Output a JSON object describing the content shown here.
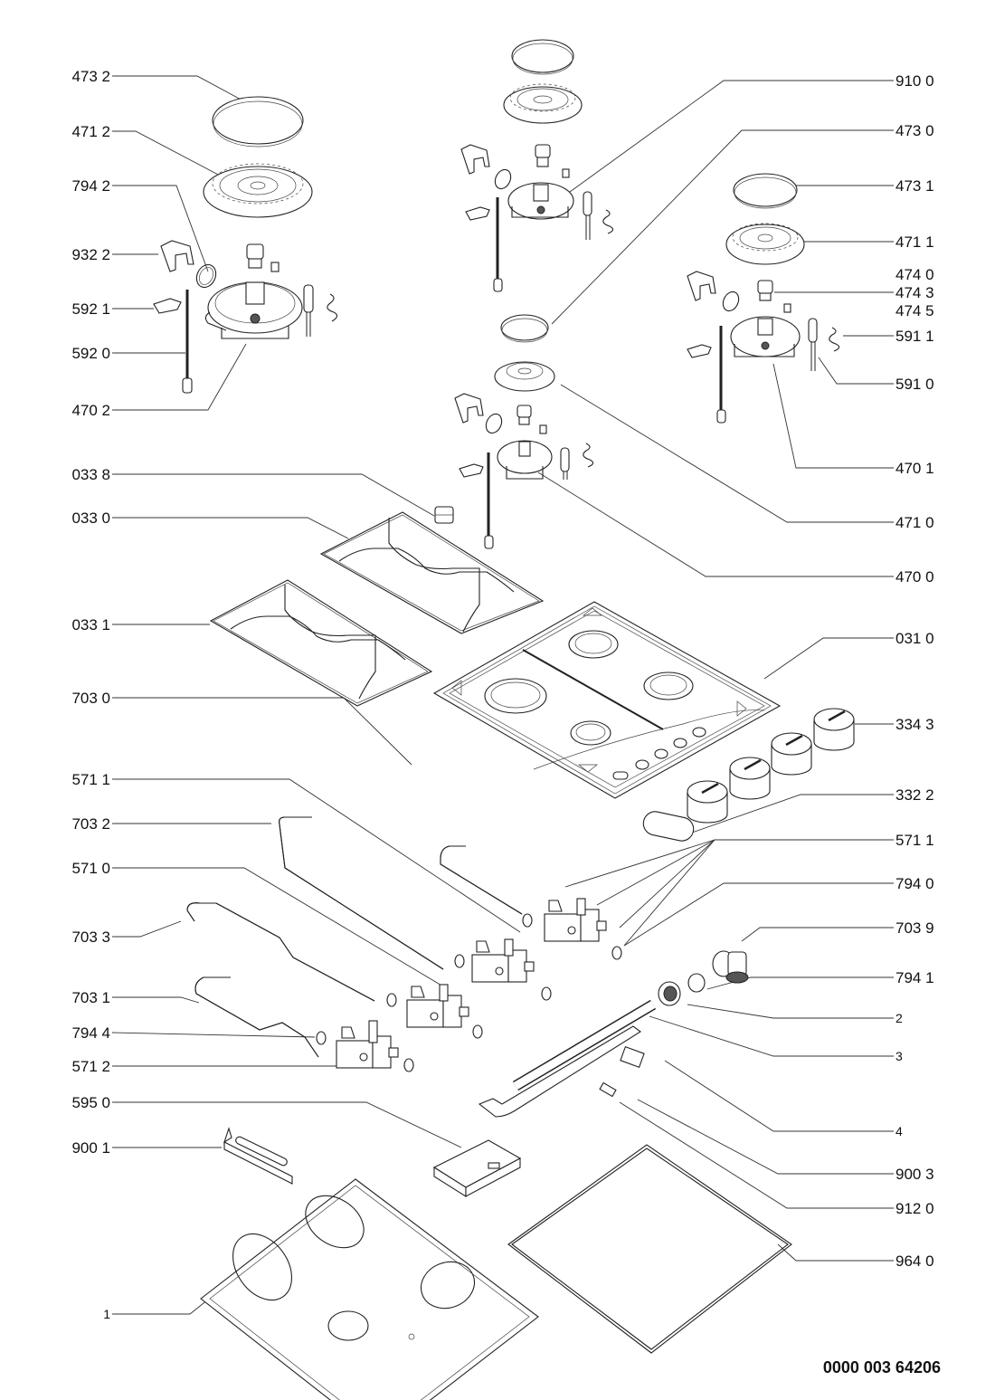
{
  "diagram": {
    "type": "exploded-parts-view",
    "subject": "gas hob",
    "document_number": "0000 003 64206",
    "labels_left": [
      {
        "id": "473 2"
      },
      {
        "id": "471 2"
      },
      {
        "id": "794 2"
      },
      {
        "id": "932 2"
      },
      {
        "id": "592 1"
      },
      {
        "id": "592 0"
      },
      {
        "id": "470 2"
      },
      {
        "id": "033 8"
      },
      {
        "id": "033 0"
      },
      {
        "id": "033 1"
      },
      {
        "id": "703 0"
      },
      {
        "id": "571 1"
      },
      {
        "id": "703 2"
      },
      {
        "id": "571 0"
      },
      {
        "id": "703 3"
      },
      {
        "id": "703 1"
      },
      {
        "id": "794 4"
      },
      {
        "id": "571 2"
      },
      {
        "id": "595 0"
      },
      {
        "id": "900 1"
      },
      {
        "id": "1"
      }
    ],
    "labels_right": [
      {
        "id": "910 0"
      },
      {
        "id": "473 0"
      },
      {
        "id": "473 1"
      },
      {
        "id": "471 1"
      },
      {
        "id": "474 0"
      },
      {
        "id": "474 3"
      },
      {
        "id": "474 5"
      },
      {
        "id": "591 1"
      },
      {
        "id": "591 0"
      },
      {
        "id": "470 1"
      },
      {
        "id": "471 0"
      },
      {
        "id": "470 0"
      },
      {
        "id": "031 0"
      },
      {
        "id": "334 3"
      },
      {
        "id": "332 2"
      },
      {
        "id": "571 1"
      },
      {
        "id": "794 0"
      },
      {
        "id": "703 9"
      },
      {
        "id": "794 1"
      },
      {
        "id": "2"
      },
      {
        "id": "3"
      },
      {
        "id": "4"
      },
      {
        "id": "900 3"
      },
      {
        "id": "912 0"
      },
      {
        "id": "964 0"
      }
    ],
    "components": [
      {
        "name": "burner-cap-large"
      },
      {
        "name": "burner-crown-large"
      },
      {
        "name": "burner-cap-rear"
      },
      {
        "name": "burner-crown-rear"
      },
      {
        "name": "burner-cap-right"
      },
      {
        "name": "burner-crown-right"
      },
      {
        "name": "burner-cap-small"
      },
      {
        "name": "burner-crown-small"
      },
      {
        "name": "pan-support-left"
      },
      {
        "name": "pan-support-right"
      },
      {
        "name": "hob-top-plate"
      },
      {
        "name": "control-knobs",
        "count": 4
      },
      {
        "name": "ignition-button"
      },
      {
        "name": "gas-valves",
        "count": 4
      },
      {
        "name": "gas-pipes",
        "count": 4
      },
      {
        "name": "gas-ramp-tube"
      },
      {
        "name": "elbow-connector"
      },
      {
        "name": "ramp-bracket"
      },
      {
        "name": "spark-generator"
      },
      {
        "name": "bottom-tray"
      },
      {
        "name": "seal-gasket"
      },
      {
        "name": "fixing-clamp"
      }
    ]
  }
}
